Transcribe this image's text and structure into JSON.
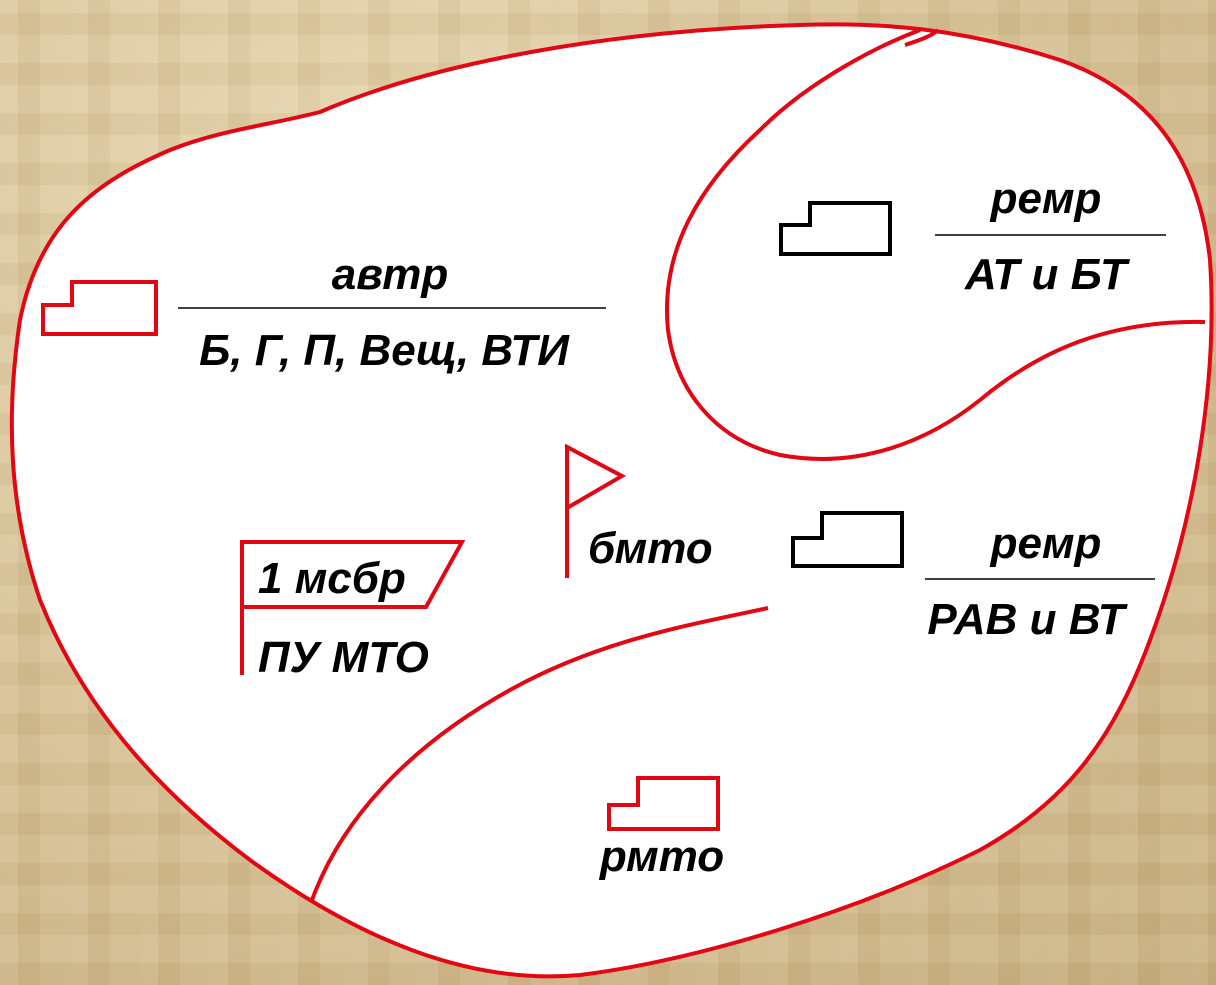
{
  "colors": {
    "zone_outline": "#e30613",
    "red_symbol": "#e30613",
    "black_symbol": "#000000",
    "area_fill": "#ffffff"
  },
  "units": {
    "avtr": {
      "top": "автр",
      "bottom": "Б, Г, П, Вещ, ВТИ",
      "symbol_color": "red"
    },
    "remr_at": {
      "top": "ремр",
      "bottom": "АТ и БТ",
      "symbol_color": "black"
    },
    "bmto": {
      "label": "бмто",
      "icon": "flag-icon"
    },
    "remr_rav": {
      "top": "ремр",
      "bottom": "РАВ и ВТ",
      "symbol_color": "black"
    },
    "pu_mto": {
      "top": "1 мсбр",
      "bottom": "ПУ МТО",
      "icon": "command-post-flag-icon"
    },
    "rmto": {
      "label": "рмто",
      "symbol_color": "red"
    }
  }
}
